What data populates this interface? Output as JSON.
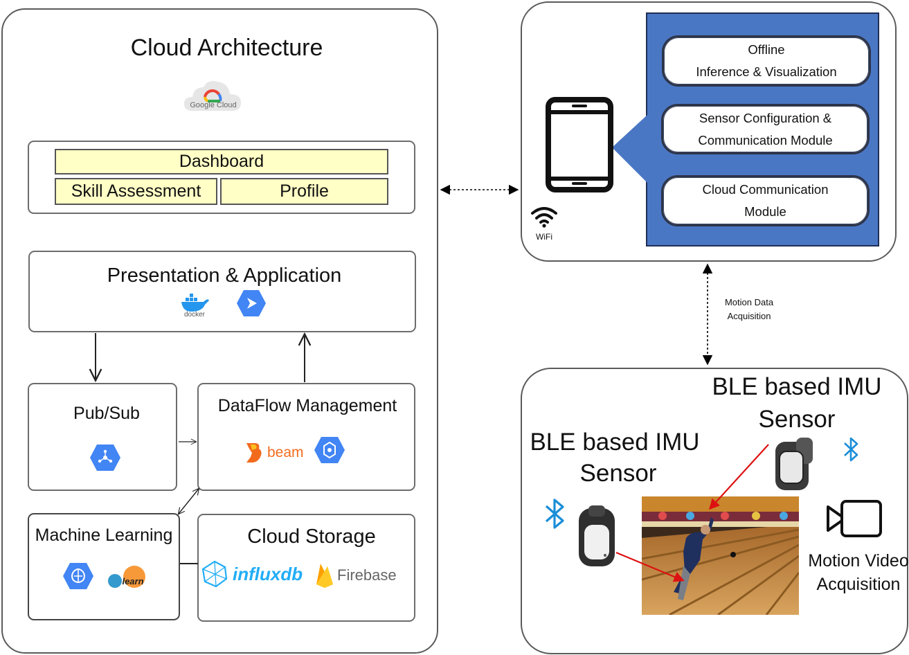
{
  "cloud": {
    "title": "Cloud Architecture",
    "google_cloud_logo": "Google Cloud",
    "dashboard": "Dashboard",
    "skill_assessment": "Skill Assessment",
    "profile": "Profile",
    "presentation": "Presentation & Application",
    "docker_logo": "docker",
    "pubsub": "Pub/Sub",
    "dataflow": "DataFlow Management",
    "beam_logo": "beam",
    "machine_learning": "Machine Learning",
    "sklearn_logo": "learn",
    "cloud_storage": "Cloud Storage",
    "influxdb_logo": "influxdb",
    "firebase_logo": "Firebase"
  },
  "mobile": {
    "wifi_label": "WiFi",
    "modules": [
      {
        "label": "Offline\nInference & Visualization"
      },
      {
        "label": "Sensor Configuration &\nCommunication Module"
      },
      {
        "label": "Cloud Communication\nModule"
      }
    ],
    "accent": "#4a77c4"
  },
  "link": {
    "motion_data_line1": "Motion Data",
    "motion_data_line2": "Acquisition"
  },
  "sensors": {
    "imu_top_line1": "BLE based IMU",
    "imu_top_line2": "Sensor",
    "imu_left_line1": "BLE based IMU",
    "imu_left_line2": "Sensor",
    "video_line1": "Motion Video",
    "video_line2": "Acquisition"
  },
  "icons": [
    "google-cloud-logo",
    "docker-logo",
    "app-engine-icon",
    "pubsub-icon",
    "beam-logo",
    "dataflow-icon",
    "ml-engine-icon",
    "sklearn-logo",
    "influxdb-logo",
    "firebase-logo",
    "smartphone-icon",
    "wifi-icon",
    "bluetooth-icon",
    "video-camera-icon",
    "imu-sensor-icon",
    "bowling-photo"
  ]
}
